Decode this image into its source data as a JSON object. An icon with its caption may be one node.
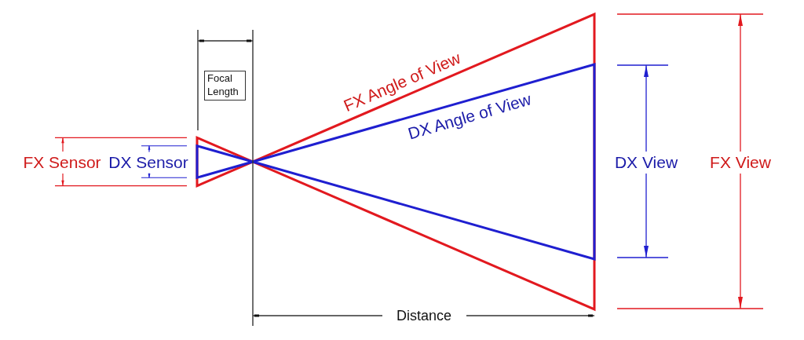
{
  "diagram": {
    "nodes": [
      {
        "text": [
          "Focal Length"
        ]
      }
    ],
    "labels": [
      "FX Angle of View",
      "DX Angle of View",
      "FX Sensor",
      "DX Sensor",
      "DX View",
      "FX View",
      "Distance"
    ]
  }
}
